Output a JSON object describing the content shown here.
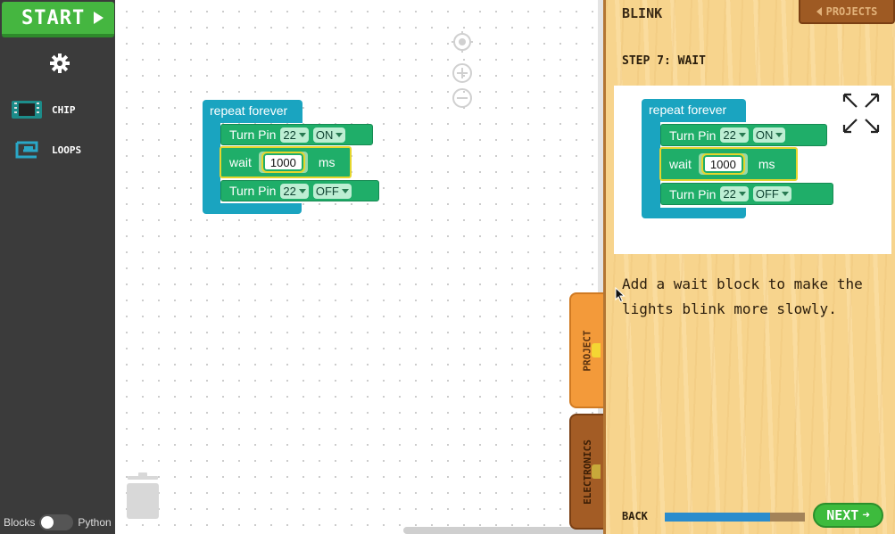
{
  "sidebar": {
    "start_label": "START",
    "categories": [
      {
        "label": "CHIP",
        "icon": "chip-icon"
      },
      {
        "label": "LOOPS",
        "icon": "loop-icon"
      }
    ],
    "mode_left": "Blocks",
    "mode_right": "Python"
  },
  "workspace": {
    "program": {
      "loop_label": "repeat forever",
      "statements": [
        {
          "kind": "turn-pin",
          "label": "Turn Pin",
          "pin": "22",
          "state": "ON"
        },
        {
          "kind": "wait",
          "label": "wait",
          "value": "1000",
          "unit": "ms"
        },
        {
          "kind": "turn-pin",
          "label": "Turn Pin",
          "pin": "22",
          "state": "OFF"
        }
      ]
    }
  },
  "panel": {
    "lesson_title": "BLINK",
    "projects_label": "PROJECTS",
    "step_title": "STEP 7: WAIT",
    "description": "Add a wait block to make the lights blink more slowly.",
    "back_label": "BACK",
    "next_label": "NEXT",
    "progress": 0.75,
    "tabs": [
      "PROJECT",
      "ELECTRONICS"
    ]
  },
  "colors": {
    "loop_block": "#1aa4c0",
    "statement_block": "#1fae69",
    "highlight": "#e6d62c",
    "start_green": "#45b640",
    "panel_wood": "#f7d48d"
  }
}
